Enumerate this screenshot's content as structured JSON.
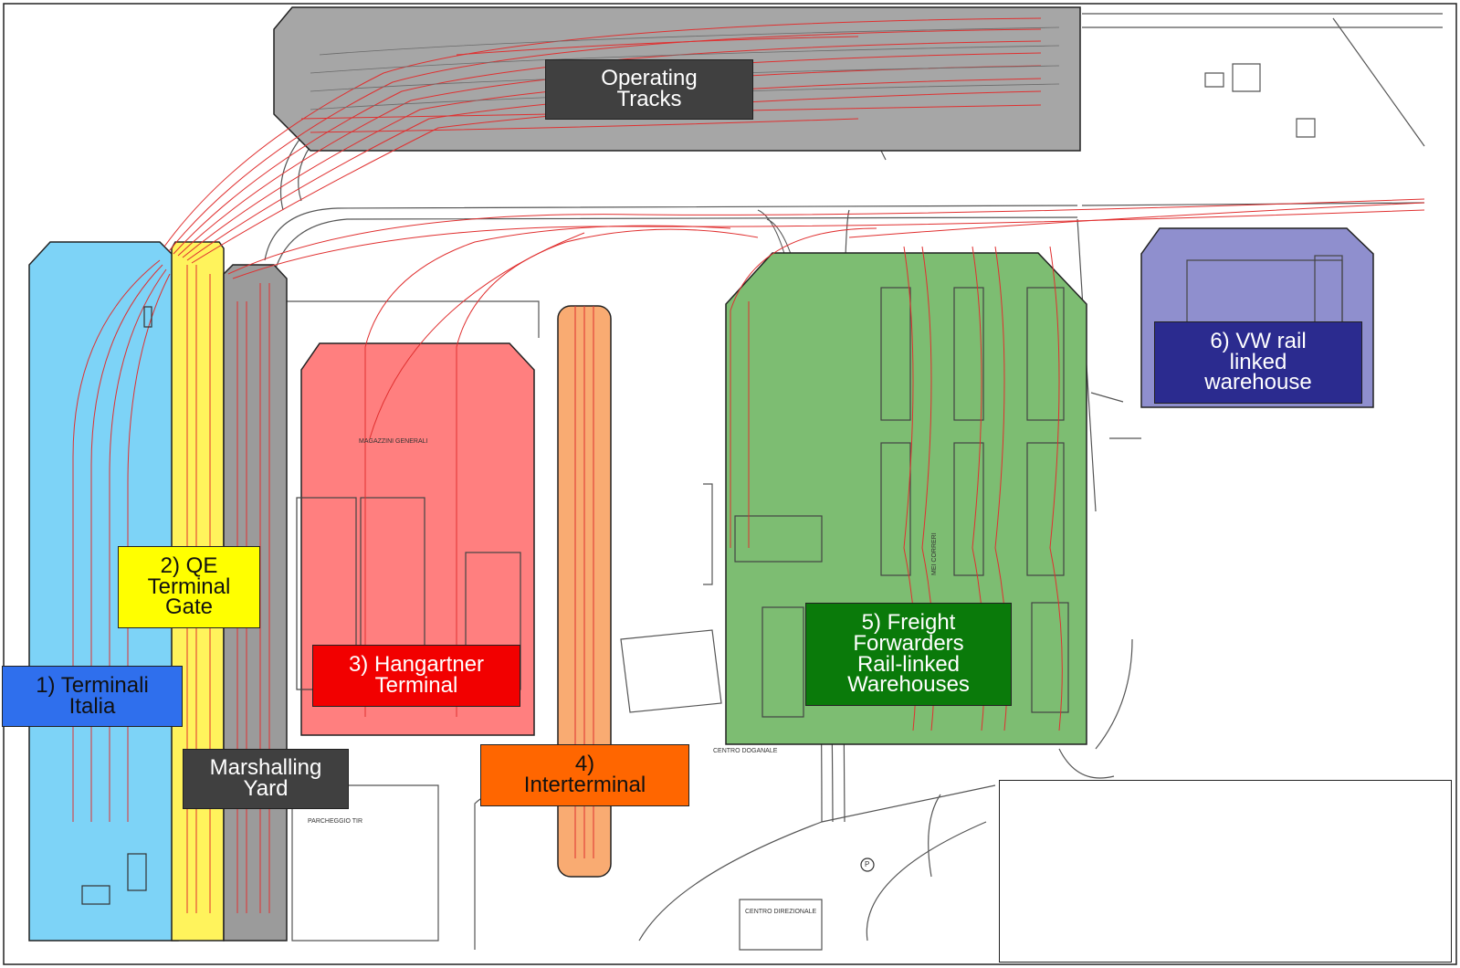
{
  "zones": {
    "operating_tracks": {
      "label": "Operating\nTracks",
      "fill": "#a6a6a6",
      "label_bg": "#404040",
      "label_color": "#ffffff"
    },
    "terminali_italia": {
      "label": "1) Terminali\nItalia",
      "fill": "#7dd3f7",
      "label_bg": "#2f6fed",
      "label_color": "#111111"
    },
    "qe_terminal_gate": {
      "label": "2) QE\nTerminal\nGate",
      "fill": "#fff35c",
      "label_bg": "#ffff00",
      "label_color": "#111111"
    },
    "marshalling_yard": {
      "label": "Marshalling\nYard",
      "fill": "#9b9b9b",
      "label_bg": "#404040",
      "label_color": "#ffffff"
    },
    "hangartner_terminal": {
      "label": "3) Hangartner\nTerminal",
      "fill": "#ff7f7f",
      "label_bg": "#f20000",
      "label_color": "#ffffff"
    },
    "interterminal": {
      "label": "4)\nInterterminal",
      "fill": "#f9ab72",
      "label_bg": "#ff6600",
      "label_color": "#111111"
    },
    "freight_forwarders": {
      "label": "5) Freight\nForwarders\nRail-linked\nWarehouses",
      "fill": "#7dbd72",
      "label_bg": "#0a7a0a",
      "label_color": "#ffffff"
    },
    "vw_warehouse": {
      "label": "6) VW rail\nlinked\nwarehouse",
      "fill": "#8f8fce",
      "label_bg": "#2b2b8f",
      "label_color": "#ffffff"
    }
  },
  "map_text": {
    "magazzini_generali": "MAGAZZINI GENERALI",
    "centro_doganale": "CENTRO DOGANALE",
    "parcheggio_tir": "PARCHEGGIO TIR",
    "centro_direzionale": "CENTRO DIREZIONALE",
    "corrieri": "MEI CORRERI",
    "parking_symbol": "P"
  },
  "colors": {
    "rail": "#e03030",
    "road": "#444444",
    "border": "#222222"
  }
}
